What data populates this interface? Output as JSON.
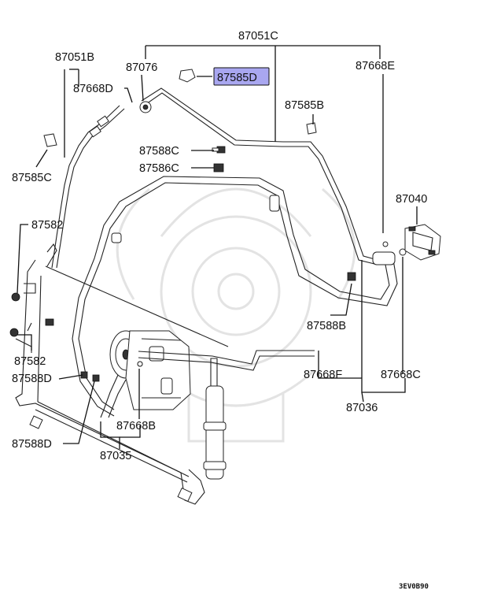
{
  "diagram": {
    "labels": {
      "l87051C": "87051C",
      "l87051B": "87051B",
      "l87076": "87076",
      "l87585D": "87585D",
      "l87668E": "87668E",
      "l87668D": "87668D",
      "l87585B": "87585B",
      "l87588C": "87588C",
      "l87586C": "87586C",
      "l87585C": "87585C",
      "l87040": "87040",
      "l87582a": "87582",
      "l87588Ba": "87588B",
      "l87582b": "87582",
      "l87588Da": "87588D",
      "l87668F": "87668F",
      "l87668C": "87668C",
      "l87036": "87036",
      "l87668B": "87668B",
      "l87588Db": "87588D",
      "l87035": "87035"
    },
    "highlight_color": "#a9a7f0",
    "code": "3EV0B90"
  }
}
